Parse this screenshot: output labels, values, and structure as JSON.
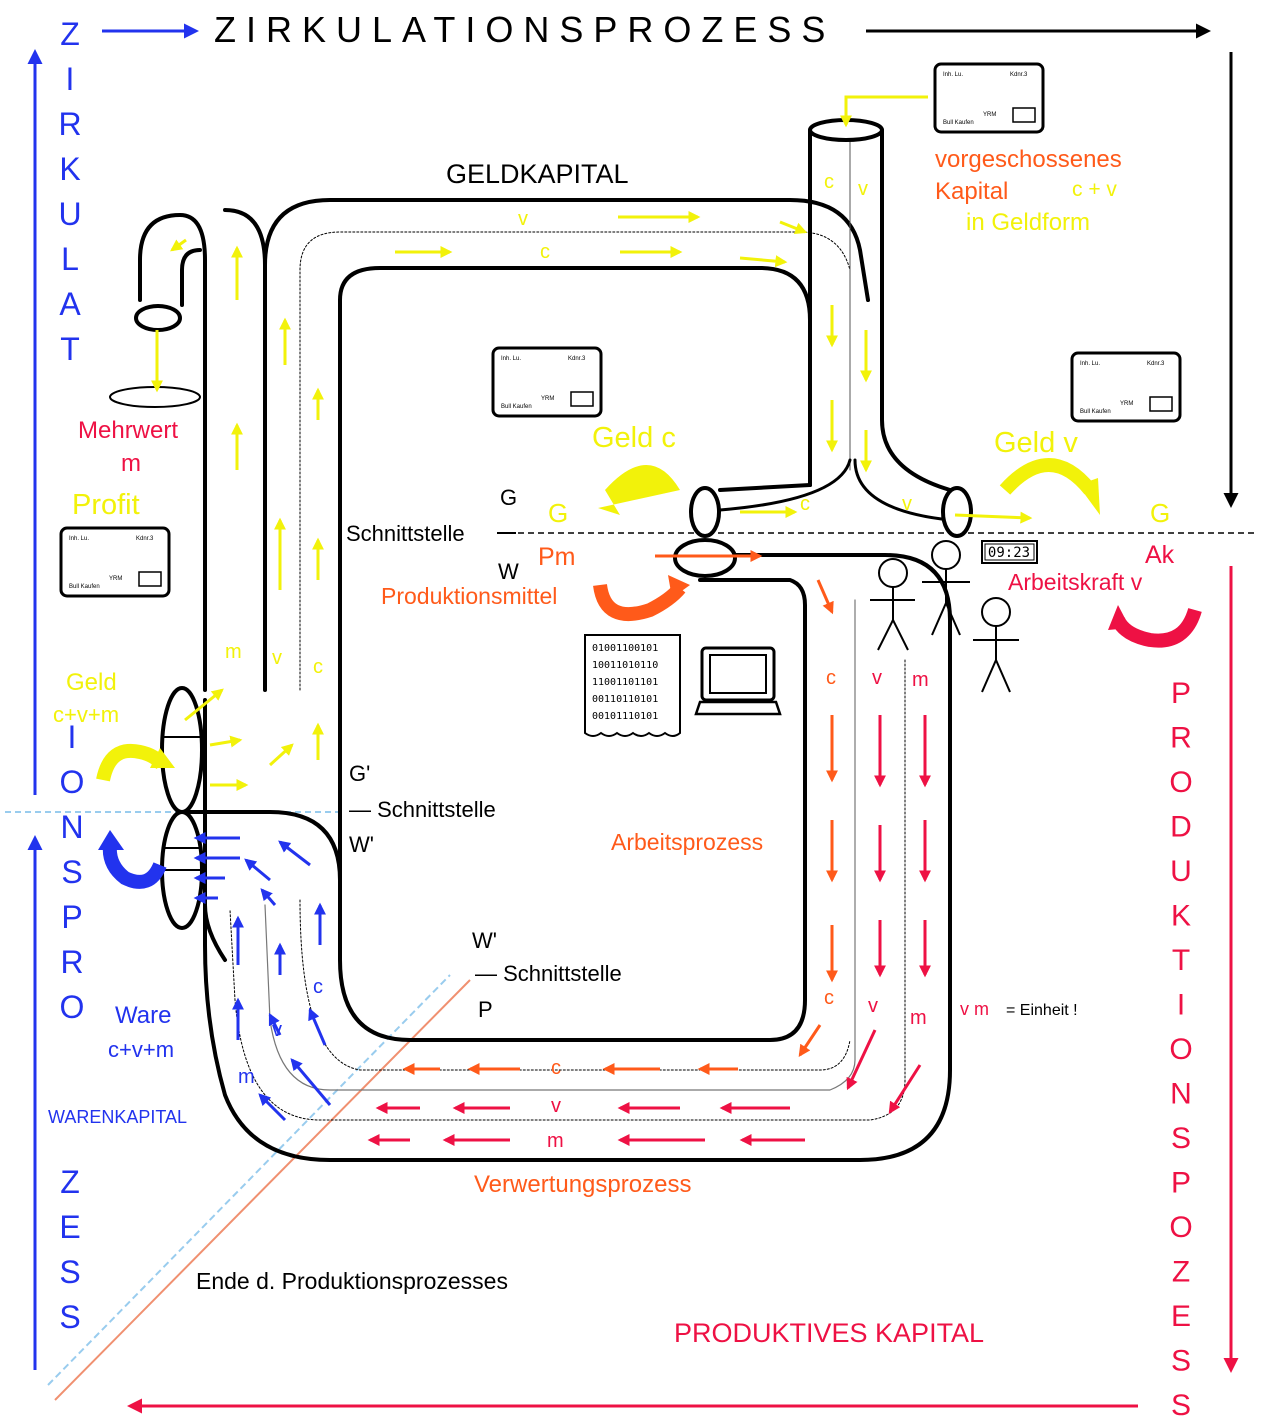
{
  "colors": {
    "blue": "#2233ee",
    "yellow": "#f2f20a",
    "orange": "#ff5a1a",
    "red": "#ee1144",
    "black": "#000000",
    "dash_blue": "#99ccee",
    "dash_red": "#f09070"
  },
  "top": {
    "title": "ZIRKULATIONSPROZESS"
  },
  "left_vertical": {
    "top_part": "ZIRKULAT",
    "middle_part": "IONSPRO",
    "bottom_part": "ZESS"
  },
  "right_vertical": {
    "text": "PRODUKTIONSPOZESS"
  },
  "labels": {
    "geldkapital": "GELDKAPITAL",
    "vorgeschossenes_1": "vorgeschossenes",
    "vorgeschossenes_2": "Kapital",
    "vorgeschossenes_cv": "c + v",
    "vorgeschossenes_3": "in Geldform",
    "mehrwert": "Mehrwert",
    "mehrwert_m": "m",
    "profit": "Profit",
    "geld_c": "Geld  c",
    "geld_v": "Geld  v",
    "g_top": "G",
    "g_left": "G",
    "g_right": "G",
    "schnittstelle_1": "Schnittstelle",
    "w_1": "W",
    "pm": "Pm",
    "produktionsmittel": "Produktionsmittel",
    "c_curl": "c",
    "ak": "Ak",
    "arbeitskraft": "Arbeitskraft v",
    "clock": "09:23",
    "geld_left": "Geld",
    "cvm_left": "c+v+m",
    "g_prime": "G'",
    "schnittstelle_2": "— Schnittstelle",
    "w_prime_1": "W'",
    "arbeitsprozess": "Arbeitsprozess",
    "w_prime_2": "W'",
    "schnittstelle_3": "— Schnittstelle",
    "p": "P",
    "einheit_vm": "v m",
    "einheit": "= Einheit !",
    "ware": "Ware",
    "ware_cvm": "c+v+m",
    "warenkapital": "WARENKAPITAL",
    "verwertungsprozess": "Verwertungsprozess",
    "ende": "Ende d. Produktionsprozesses",
    "produktives_kapital": "PRODUKTIVES KAPITAL"
  },
  "pipe_letters": {
    "top_v": "v",
    "top_c": "c",
    "vert_c": "c",
    "vert_v": "v",
    "junc_c": "c",
    "junc_v": "v",
    "left_m": "m",
    "left_v": "v",
    "left_c": "c",
    "down_c": "c",
    "down_v": "v",
    "down_m": "m",
    "down_c2": "c",
    "down_v2": "v",
    "down_m2": "m",
    "bottom_c": "c",
    "bottom_v": "v",
    "bottom_m": "m",
    "ware_c": "c",
    "ware_v": "v",
    "ware_m": "m"
  },
  "binary_lines": [
    "01001100101",
    "10011010110",
    "11001101101",
    "00110110101",
    "00101110101"
  ],
  "money_card": {
    "left": "Inh. Lu.",
    "right": "Kdnr.3",
    "center": "YRM",
    "bottom": "Bull Kaufen"
  }
}
